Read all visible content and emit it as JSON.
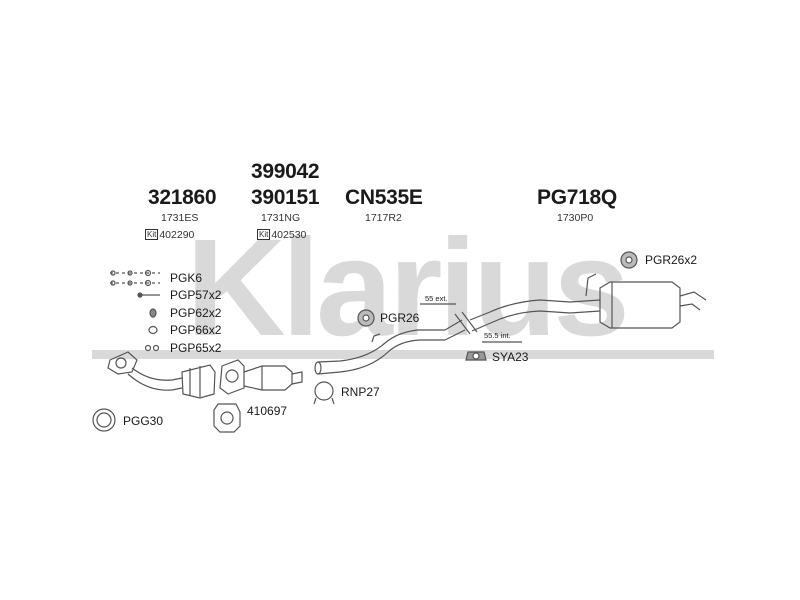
{
  "watermark": "Klarius",
  "colors": {
    "watermark": "#d9d9d9",
    "line": "#555555",
    "text": "#1a1a1a"
  },
  "parts": {
    "p321860": {
      "number": "321860",
      "ref": "1731ES",
      "kit_label": "Kit",
      "kit_number": "402290"
    },
    "p399042": {
      "number": "399042"
    },
    "p390151": {
      "number": "390151",
      "ref": "1731NG",
      "kit_label": "Kit",
      "kit_number": "402530"
    },
    "cn535e": {
      "number": "CN535E",
      "ref": "1717R2"
    },
    "pg718q": {
      "number": "PG718Q",
      "ref": "1730P0"
    }
  },
  "fittings": {
    "pgk6": "PGK6",
    "pgp57": "PGP57x2",
    "pgp62": "PGP62x2",
    "pgp66": "PGP66x2",
    "pgp65": "PGP65x2",
    "pgg30": "PGG30",
    "f410697": "410697",
    "rnp27": "RNP27",
    "pgr26": "PGR26",
    "sya23": "SYA23",
    "pgr26x2": "PGR26x2"
  },
  "dimensions": {
    "ext": "55 ext.",
    "int": "55.5 int."
  }
}
